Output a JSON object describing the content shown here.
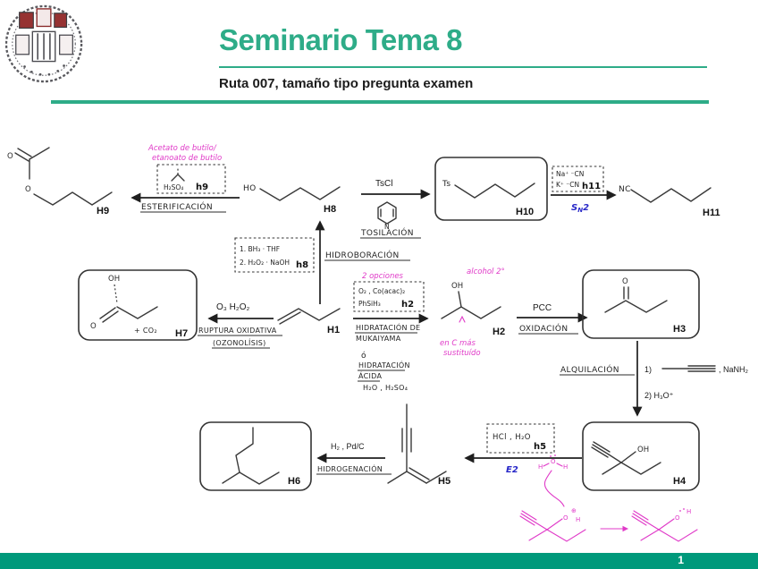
{
  "header": {
    "title": "Seminario Tema 8",
    "subtitle": "Ruta 007, tamaño tipo pregunta examen"
  },
  "footer": {
    "page": "1"
  },
  "labels": {
    "h1": "H1",
    "h2": "H2",
    "h3": "H3",
    "h4": "H4",
    "h5": "H5",
    "h6": "H6",
    "h7": "H7",
    "h8": "H8",
    "h9": "H9",
    "h10": "H10",
    "h11": "H11"
  },
  "atoms": {
    "ester_o1": "O",
    "ester_o2": "O",
    "ho": "HO",
    "ts": "Ts",
    "nc": "NC",
    "oh_h7": "OH",
    "o_h7": "O",
    "co2": "+ CO₂",
    "oh_h2": "OH",
    "o_h3": "O",
    "oh_h4": "OH",
    "pyridine_n": "N"
  },
  "rx": {
    "ester": {
      "pink1": "Acetato de butilo/",
      "pink2": "etanoato de butilo",
      "r1": "H₂SO₄",
      "tag": "h9",
      "name": "ESTERIFICACIÓN"
    },
    "tos": {
      "r": "TsCl",
      "name": "TOSILACIÓN"
    },
    "sn2": {
      "r1": "Na⁺  ⁻CN",
      "r2": "K⁺  ⁻CN",
      "tag": "h11",
      "s": "S",
      "n": "N",
      "two": "2"
    },
    "hb": {
      "r1": "1. BH₃ · THF",
      "r2": "2. H₂O₂ · NaOH",
      "tag": "h8",
      "name": "HIDROBORACIÓN"
    },
    "oz": {
      "r": "O₃  H₂O₂",
      "n1": "RUPTURA  OXIDATIVA",
      "n2": "(OZONOLÍSIS)"
    },
    "muk": {
      "pink": "2 opciones",
      "r1": "O₂ , Co(acac)₂",
      "r2": "PhSiH₃",
      "tag": "h2",
      "n1": "HIDRATACIÓN DE",
      "n2": "MUKAIYAMA",
      "or": "ó",
      "a1": "HIDRATACIÓN",
      "a2": "ÁCIDA",
      "ar": "H₂O ,  H₂SO₄",
      "p1": "alcohol 2°",
      "p2": "en C más",
      "p3": "sustituído"
    },
    "ox": {
      "r": "PCC",
      "name": "OXIDACIÓN"
    },
    "alk": {
      "name": "ALQUILACIÓN",
      "s1": "1)",
      "s1b": ", NaNH₂",
      "s2": "2) H₃O⁺"
    },
    "e2": {
      "r": "HCl ,  H₂O",
      "tag": "h5",
      "name": "E2"
    },
    "hyd": {
      "r": "H₂ , Pd/C",
      "name": "HIDROGENACIÓN"
    }
  },
  "mech": {
    "wa_h1": "H",
    "wa_o": "O",
    "wa_h2": "H",
    "a_o": "O",
    "a_h": "H",
    "a_plus": "⊕",
    "b_o": "O",
    "b_h": "H"
  },
  "colors": {
    "teal": "#2eac88",
    "footer_bar": "#00997b",
    "magenta": "#e03ac8",
    "blue": "#2828c8",
    "ink": "#232323"
  }
}
